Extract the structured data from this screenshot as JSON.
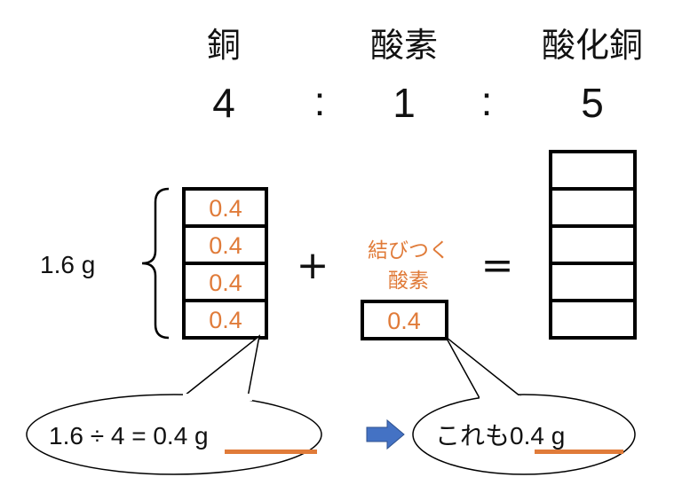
{
  "headers": {
    "copper": "銅",
    "oxygen": "酸素",
    "copper_oxide": "酸化銅"
  },
  "ratio": {
    "copper": "4",
    "sep1": ":",
    "oxygen": "1",
    "sep2": ":",
    "copper_oxide": "5"
  },
  "copper_cells": [
    "0.4",
    "0.4",
    "0.4",
    "0.4"
  ],
  "copper_total": "1.6 g",
  "plus": "+",
  "equals": "=",
  "bound_oxygen_label_1": "結びつく",
  "bound_oxygen_label_2": "酸素",
  "oxygen_cell": "0.4",
  "callout_left": {
    "expr": "1.6 ÷ 4 = ",
    "result": "0.4 g"
  },
  "callout_right": {
    "prefix": "これも",
    "result": "0.4 g"
  },
  "colors": {
    "accent": "#E07B39",
    "arrow": "#4472C4"
  }
}
